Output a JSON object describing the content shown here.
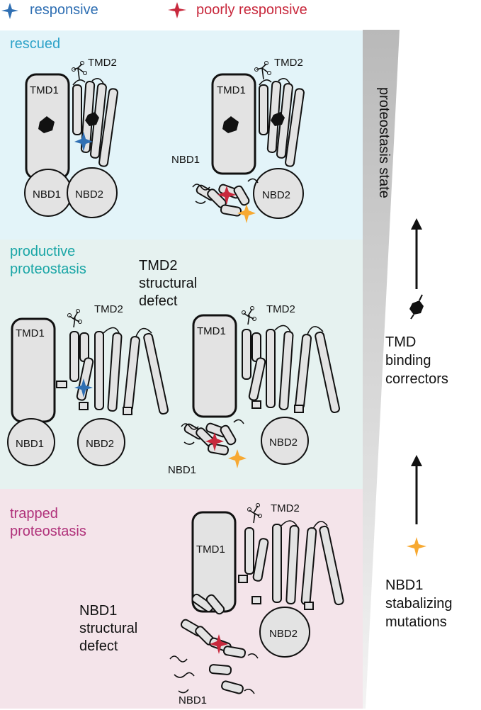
{
  "legend": {
    "responsive": "responsive",
    "poorly_responsive": "poorly responsive"
  },
  "colors": {
    "responsive_star": "#2f6fb3",
    "poorly_star": "#c8283c",
    "mutation_star": "#f7a932",
    "rescued_bg": "#e3f4f9",
    "productive_bg": "#e6f2f0",
    "trapped_bg": "#f4e4ea",
    "domain_fill": "#e3e3e3",
    "wedge": "#c9c9c9"
  },
  "gradient": {
    "title": "proteostasis state"
  },
  "panels": {
    "rescued": {
      "title": "rescued"
    },
    "productive": {
      "title_line1": "productive",
      "title_line2": "proteostasis",
      "defect_line1": "TMD2",
      "defect_line2": "structural",
      "defect_line3": "defect"
    },
    "trapped": {
      "title_line1": "trapped",
      "title_line2": "proteostasis",
      "defect_line1": "NBD1",
      "defect_line2": "structural",
      "defect_line3": "defect"
    }
  },
  "domains": {
    "tmd1": "TMD1",
    "tmd2": "TMD2",
    "nbd1": "NBD1",
    "nbd2": "NBD2"
  },
  "side_labels": {
    "tmd_line1": "TMD",
    "tmd_line2": "binding",
    "tmd_line3": "correctors",
    "nbd_line1": "NBD1",
    "nbd_line2": "stabalizing",
    "nbd_line3": "mutations"
  }
}
